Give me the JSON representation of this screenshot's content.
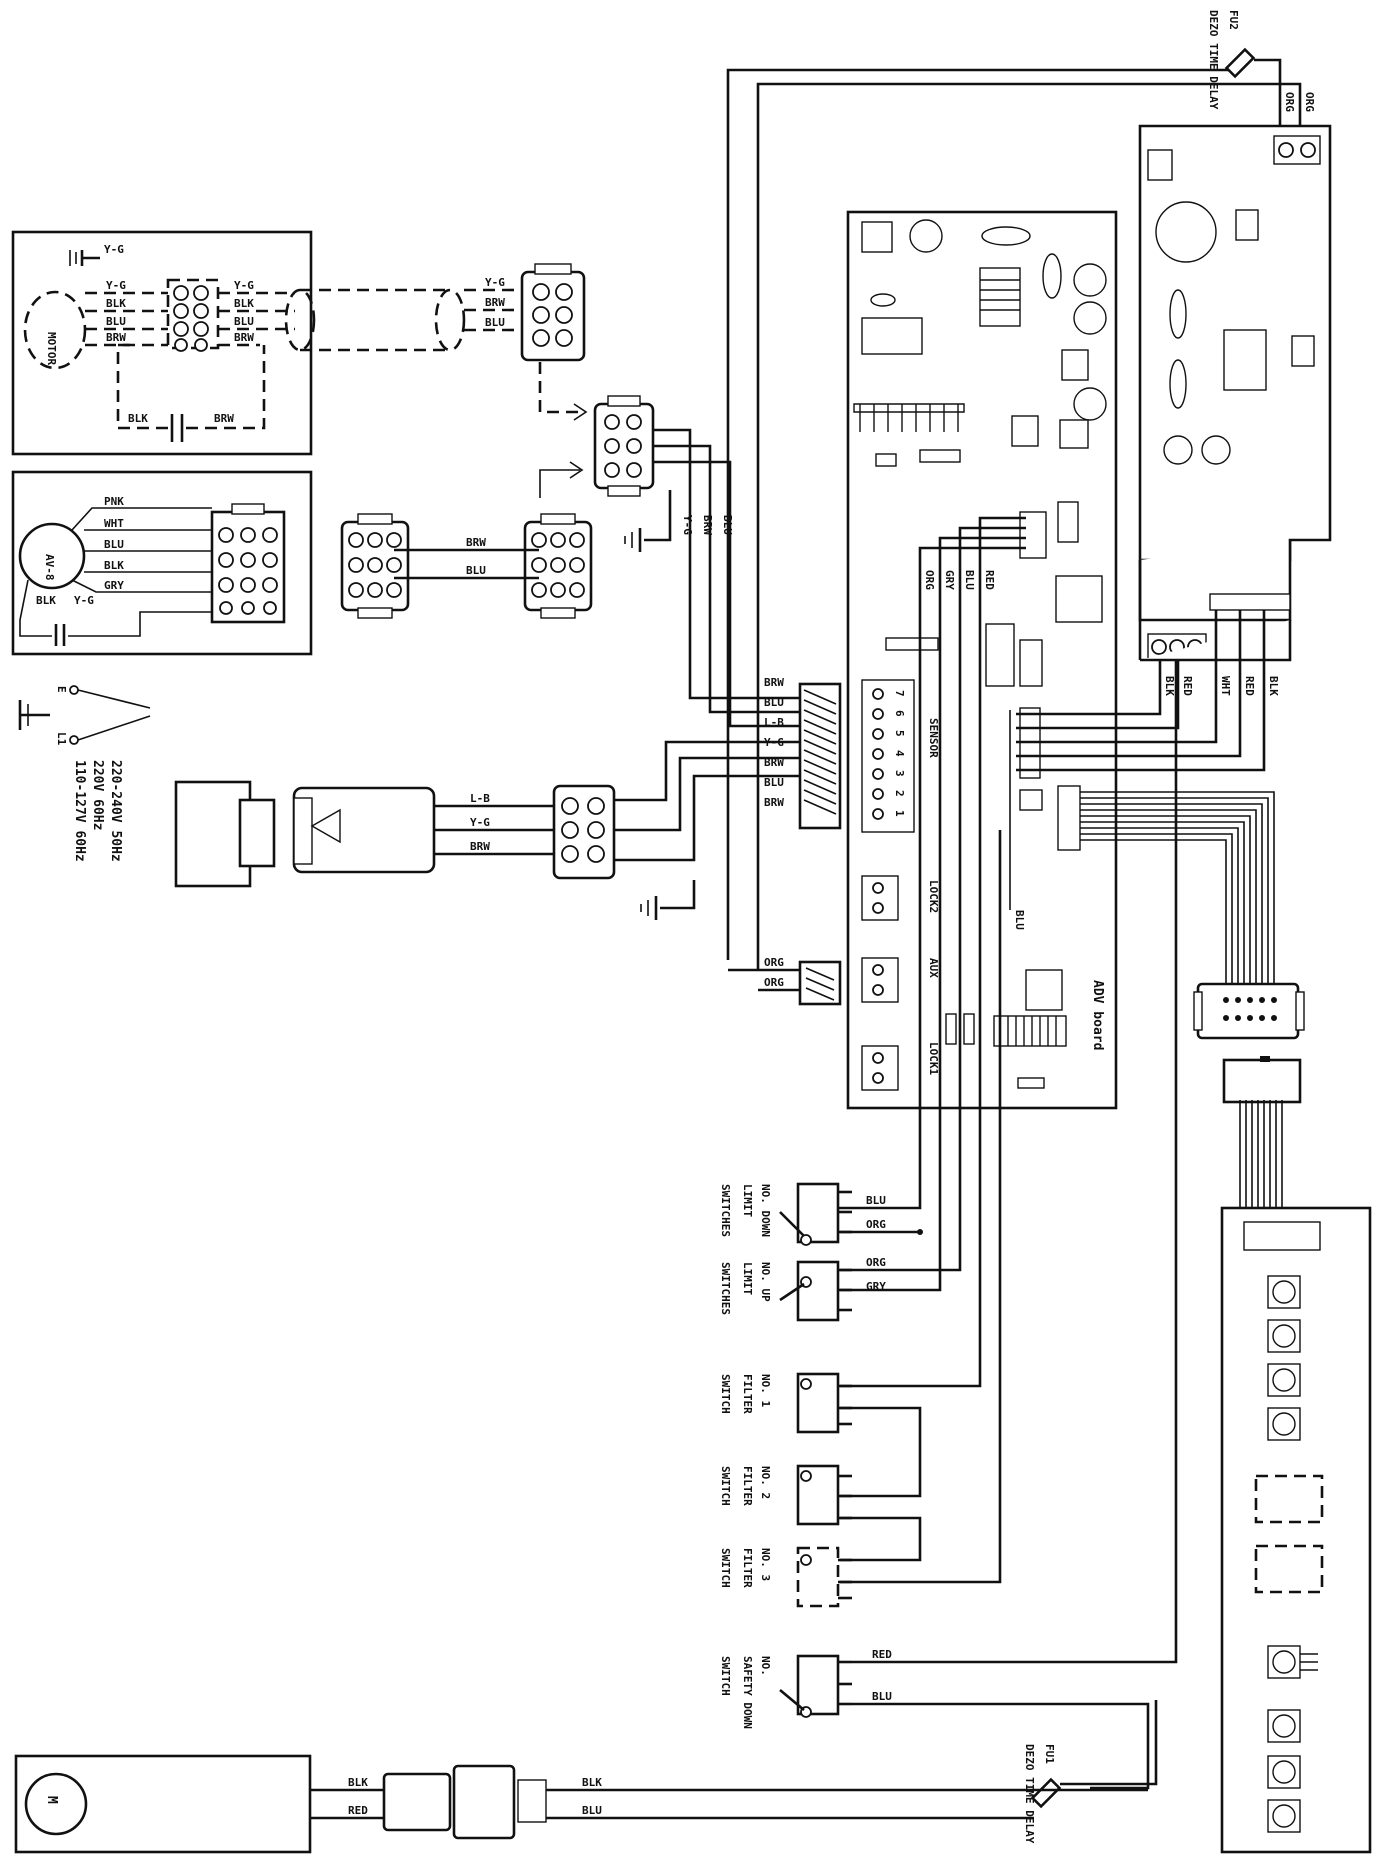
{
  "wires": {
    "motor_harness": [
      "Y-G",
      "Y-G",
      "BLK",
      "BLU",
      "BRW",
      "Y-G",
      "BLK",
      "BLU",
      "BRW"
    ],
    "capacitor": [
      "BLK",
      "BRW"
    ],
    "plug_harness": [
      "Y-G",
      "BRW",
      "BLU"
    ],
    "motor2_harness": [
      "PNK",
      "WHT",
      "BLU",
      "BLK",
      "GRY"
    ],
    "motor2_cap": [
      "BLK",
      "Y-G"
    ],
    "link_harness": [
      "BRW",
      "BLU"
    ],
    "to_board": [
      "Y-G",
      "BRW",
      "BLU"
    ],
    "terminal_block": [
      "BRW",
      "BLU",
      "L-B",
      "Y-G",
      "BRW",
      "BLU",
      "BRW"
    ],
    "power_cord": [
      "L-B",
      "Y-G",
      "BRW"
    ],
    "fuse_top": [
      "ORG",
      "ORG"
    ],
    "aux_connector": [
      "ORG",
      "ORG"
    ],
    "board_upper": [
      "ORG",
      "GRY",
      "BLU",
      "RED"
    ],
    "board_right": [
      "BLK",
      "RED",
      "WHT",
      "RED",
      "BLK"
    ],
    "board_mid": [
      "BLU"
    ],
    "switch_wires": [
      "BLU",
      "ORG",
      "ORG",
      "GRY"
    ],
    "safety_wires": [
      "RED",
      "BLU"
    ],
    "dc_motor": [
      "BLK",
      "RED",
      "BLK",
      "BLU"
    ]
  },
  "labels": {
    "motor_name": "MOTOR",
    "motor2_name": "AV-8",
    "board_name": "ADV board",
    "ground1": "E",
    "ground2": "L1",
    "voltage1": "220-240V 50Hz",
    "voltage2": "220V 60Hz",
    "voltage3": "110-127V 60Hz",
    "fuse2": "FU2",
    "fuse2_spec": "DEZO TIME DELAY",
    "fuse1": "FU1",
    "fuse1_spec": "DEZO TIME DELAY",
    "relay_block": "SENSOR",
    "lock2": "LOCK2",
    "aux": "AUX",
    "lock1": "LOCK1",
    "dc_motor_label": "M",
    "sw1_name": "NO. DOWN",
    "sw1_sub": "LIMIT",
    "sw1_type": "SWITCHES",
    "sw2_name": "NO. UP",
    "sw2_sub": "LIMIT",
    "sw2_type": "SWITCHES",
    "sw3_name": "NO. 1",
    "sw3_sub": "FILTER",
    "sw3_type": "SWITCH",
    "sw4_name": "NO. 2",
    "sw4_sub": "FILTER",
    "sw4_type": "SWITCH",
    "sw5_name": "NO. 3",
    "sw5_sub": "FILTER",
    "sw5_type": "SWITCH",
    "sw6_name": "NO.",
    "sw6_sub": "SAFETY DOWN",
    "sw6_type": "SWITCH",
    "pin_1": "1",
    "pin_2": "2",
    "pin_3": "3",
    "pin_4": "4",
    "pin_5": "5",
    "pin_6": "6",
    "pin_7": "7"
  }
}
